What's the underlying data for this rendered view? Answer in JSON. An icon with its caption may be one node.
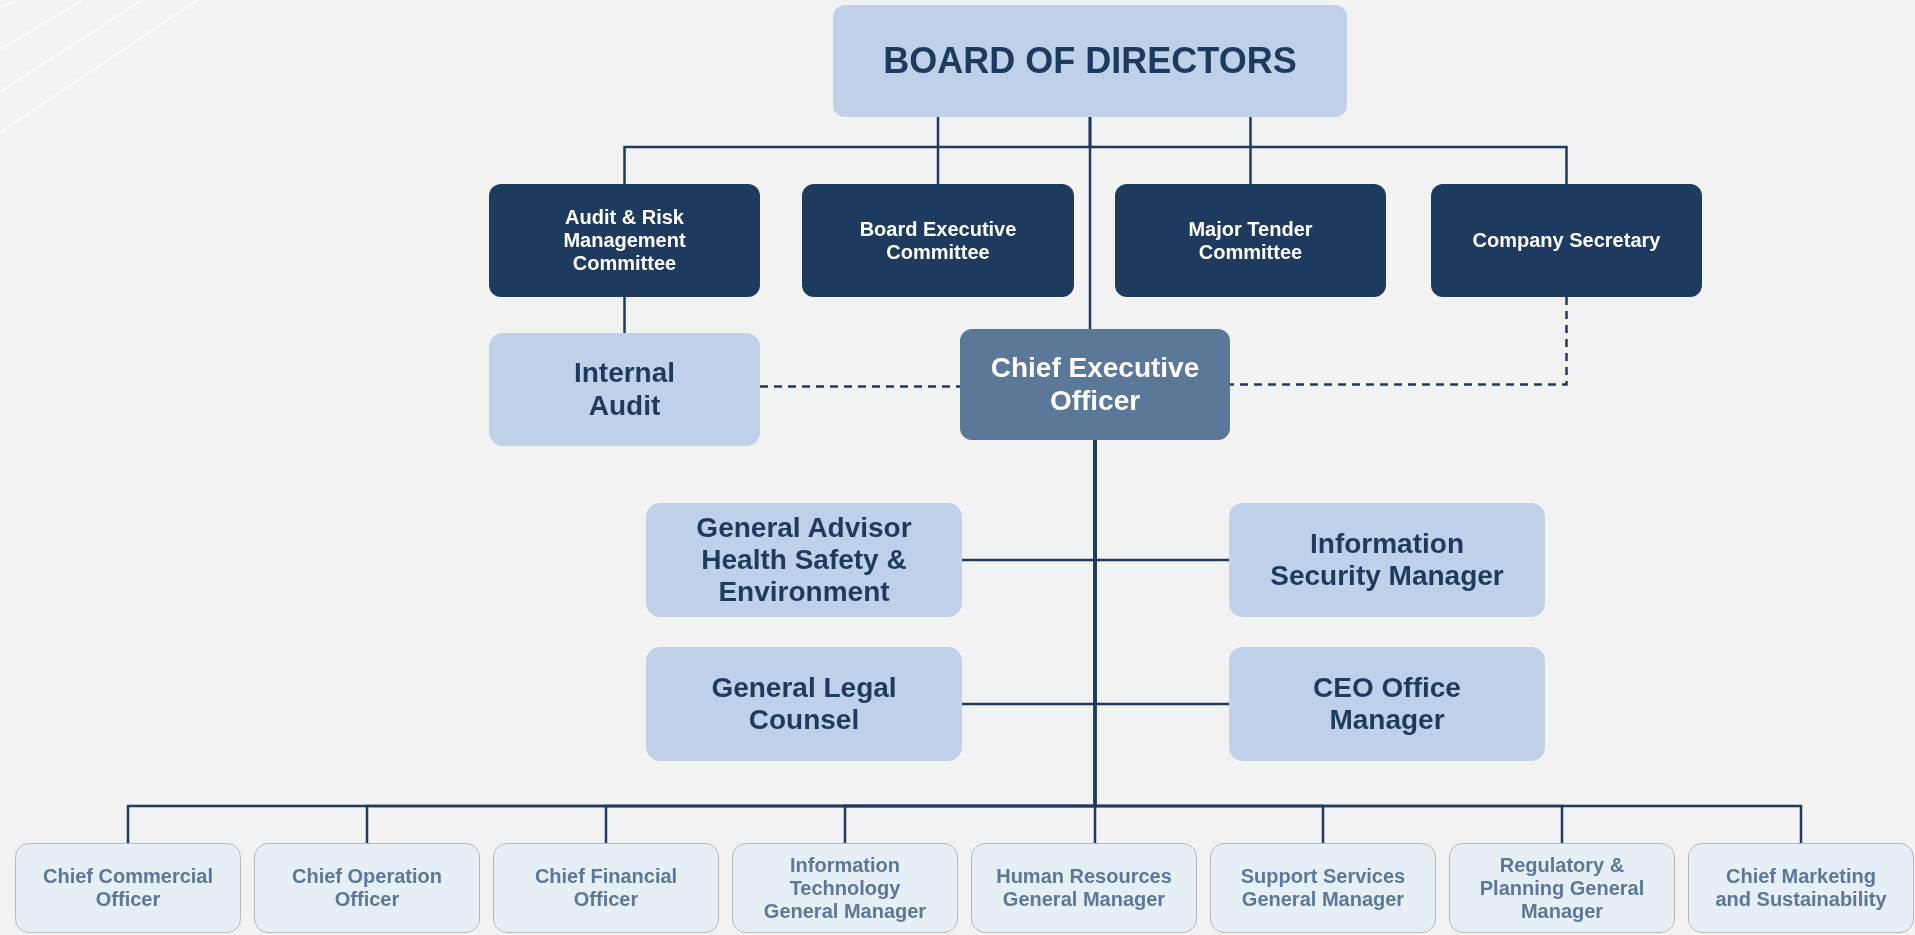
{
  "diagram": {
    "nodes": [
      {
        "text": [
          "BOARD OF DIRECTORS"
        ]
      },
      {
        "text": [
          "Audit & Risk Management Committee"
        ]
      },
      {
        "text": [
          "Board Executive Committee"
        ]
      },
      {
        "text": [
          "Major Tender Committee"
        ]
      },
      {
        "text": [
          "Company Secretary"
        ]
      },
      {
        "text": [
          "Internal Audit"
        ]
      },
      {
        "text": [
          "Chief Executive Officer"
        ]
      },
      {
        "text": [
          "General Advisor Health Safety & Environment"
        ]
      },
      {
        "text": [
          "Information Security Manager"
        ]
      },
      {
        "text": [
          "General Legal Counsel"
        ]
      },
      {
        "text": [
          "CEO Office Manager"
        ]
      },
      {
        "text": [
          "Chief Commercial Officer"
        ]
      },
      {
        "text": [
          "Chief Operation Officer"
        ]
      },
      {
        "text": [
          "Chief Financial Officer"
        ]
      },
      {
        "text": [
          "Information Technology General Manager"
        ]
      },
      {
        "text": [
          "Human Resources General Manager"
        ]
      },
      {
        "text": [
          "Support Services General Manager"
        ]
      },
      {
        "text": [
          "Regulatory & Planning General Manager"
        ]
      },
      {
        "text": [
          "Chief Marketing and Sustainability"
        ]
      }
    ],
    "edges": [
      {
        "from": 0,
        "to": 1,
        "arrow": "none"
      },
      {
        "from": 0,
        "to": 2,
        "arrow": "none"
      },
      {
        "from": 0,
        "to": 3,
        "arrow": "none"
      },
      {
        "from": 0,
        "to": 4,
        "arrow": "none"
      },
      {
        "from": 0,
        "to": 6,
        "arrow": "none"
      },
      {
        "from": 1,
        "to": 5,
        "arrow": "none"
      },
      {
        "from": 5,
        "to": 6,
        "arrow": "none",
        "style": "dashed"
      },
      {
        "from": 4,
        "to": 6,
        "arrow": "none",
        "style": "dashed"
      },
      {
        "from": 6,
        "to": 7,
        "arrow": "none"
      },
      {
        "from": 6,
        "to": 8,
        "arrow": "none"
      },
      {
        "from": 6,
        "to": 9,
        "arrow": "none"
      },
      {
        "from": 6,
        "to": 10,
        "arrow": "none"
      },
      {
        "from": 6,
        "to": 11,
        "arrow": "none"
      },
      {
        "from": 6,
        "to": 12,
        "arrow": "none"
      },
      {
        "from": 6,
        "to": 13,
        "arrow": "none"
      },
      {
        "from": 6,
        "to": 14,
        "arrow": "none"
      },
      {
        "from": 6,
        "to": 15,
        "arrow": "none"
      },
      {
        "from": 6,
        "to": 16,
        "arrow": "none"
      },
      {
        "from": 6,
        "to": 17,
        "arrow": "none"
      },
      {
        "from": 6,
        "to": 18,
        "arrow": "none"
      }
    ]
  }
}
